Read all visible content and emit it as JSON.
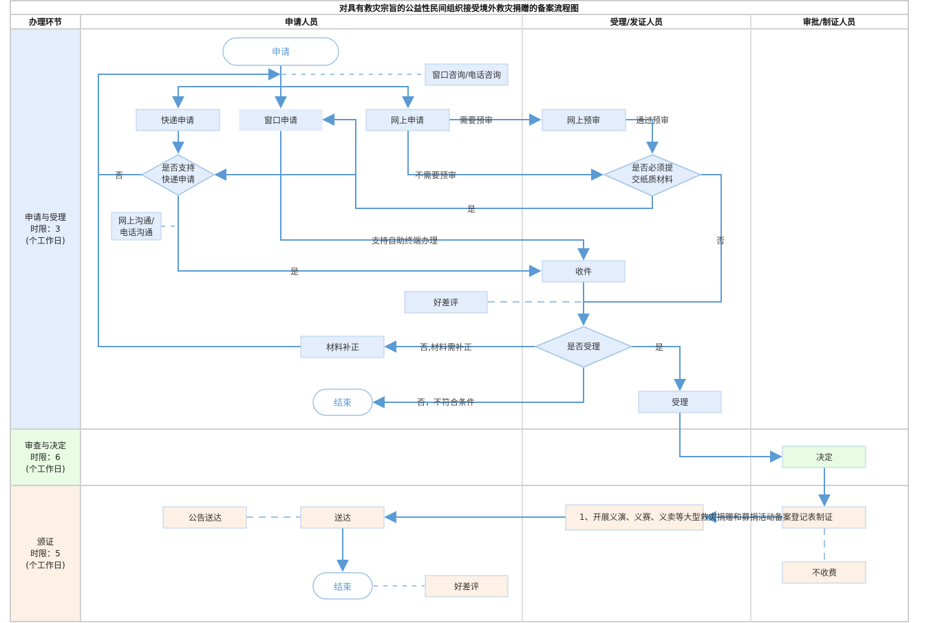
{
  "title": "对具有救灾宗旨的公益性民间组织接受境外救灾捐赠的备案流程图",
  "columns": {
    "stage": "办理环节",
    "applicant": "申请人员",
    "acceptor": "受理/发证人员",
    "approver": "审批/制证人员"
  },
  "lanes": [
    {
      "name": "申请与受理",
      "limit": "时限：3",
      "unit": "(个工作日)",
      "color": "#e3edfb"
    },
    {
      "name": "审查与决定",
      "limit": "时限：6",
      "unit": "(个工作日)",
      "color": "#e8fbe3"
    },
    {
      "name": "颁证",
      "limit": "时限：5",
      "unit": "(个工作日)",
      "color": "#fdf0e4"
    }
  ],
  "colors": {
    "line": "#5b9bd5",
    "node_border": "#b4cfee",
    "node_blue": "#e3edfb",
    "node_green": "#e8fbe3",
    "node_orange": "#fdf0e4"
  },
  "nodes": {
    "start": "申请",
    "consult": "窗口咨询/电话咨询",
    "express_apply": "快递申请",
    "window_apply": "窗口申请",
    "online_apply": "网上申请",
    "online_precheck": "网上预审",
    "support_express": [
      "是否支持",
      "快递申请"
    ],
    "need_paper": [
      "是否必须提",
      "交纸质材料"
    ],
    "online_comm": [
      "网上沟通/",
      "电话沟通"
    ],
    "receive": "收件",
    "rating1": "好差评",
    "accept_q": "是否受理",
    "supplement": "材料补正",
    "end1": "结束",
    "accept": "受理",
    "decide": "决定",
    "certify": "制证",
    "no_fee": "不收费",
    "registration_form": "1、开展义演、义赛、义卖等大型救灾捐赠和募捐活动备案登记表",
    "deliver": "送达",
    "notice_deliver": "公告送达",
    "end2": "结束",
    "rating2": "好差评"
  },
  "edge_labels": {
    "need_precheck": "需要预审",
    "pass_precheck": "通过预审",
    "no_precheck": "不需要预审",
    "no_left": "否",
    "yes_paper": "是",
    "no_paper": "否",
    "self_service": "支持自助终端办理",
    "yes_express": "是",
    "no_supplement": "否,材料需补正",
    "yes_accept": "是",
    "no_condition": "否，不符合条件"
  }
}
